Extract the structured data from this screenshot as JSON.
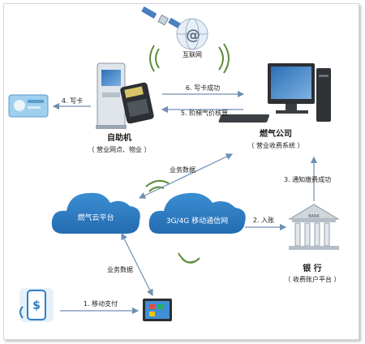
{
  "labels": {
    "internet": "互联网",
    "kiosk_title": "自助机",
    "kiosk_sub": "（ 营业网点、物业 ）",
    "gas_title": "燃气公司",
    "gas_sub": "（ 营业收费系统 ）",
    "bank_title": "银 行",
    "bank_sub": "（ 收费账户平台 ）",
    "bank_sign": "BANK",
    "cloud_gas": "燃气云平台",
    "cloud_mobile": "3G/4G 移动通信网"
  },
  "arrows": {
    "a1": "1. 移动支付",
    "a2": "2. 入账",
    "a3": "3. 通知缴费成功",
    "a4": "4. 写卡",
    "a5": "5. 阶梯气价核算",
    "a6": "6. 写卡成功",
    "biz1": "业务数据",
    "biz2": "业务数据"
  },
  "colors": {
    "cloud": "#2f7fc4",
    "arrow": "#6f8fb2",
    "wave": "#5b8c3a"
  }
}
